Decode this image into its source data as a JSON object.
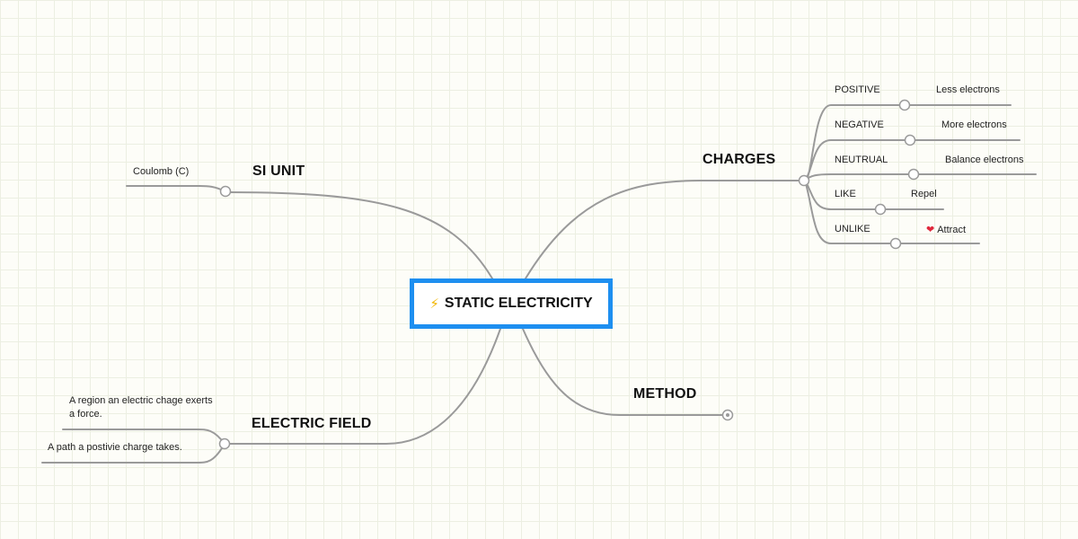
{
  "central": {
    "icon": "lightning-bolt-icon",
    "label": "STATIC ELECTRICITY",
    "border_color": "#1e8ff0",
    "icon_color": "#f2b600"
  },
  "branches": {
    "si_unit": {
      "label": "SI UNIT",
      "children": [
        "Coulomb (C)"
      ]
    },
    "electric_field": {
      "label": "ELECTRIC FIELD",
      "children": [
        "A region an electric chage exerts a force.",
        "A path a postivie charge takes."
      ]
    },
    "charges": {
      "label": "CHARGES",
      "children": [
        {
          "label": "POSITIVE",
          "detail": "Less electrons"
        },
        {
          "label": "NEGATIVE",
          "detail": "More electrons"
        },
        {
          "label": "NEUTRUAL",
          "detail": "Balance electrons"
        },
        {
          "label": "LIKE",
          "detail": "Repel"
        },
        {
          "label": "UNLIKE",
          "detail": "Attract",
          "detail_icon": "heart-icon"
        }
      ]
    },
    "method": {
      "label": "METHOD",
      "children": []
    }
  },
  "colors": {
    "line": "#9a9a9a",
    "grid": "#ecefe2",
    "heart": "#e0283c"
  }
}
